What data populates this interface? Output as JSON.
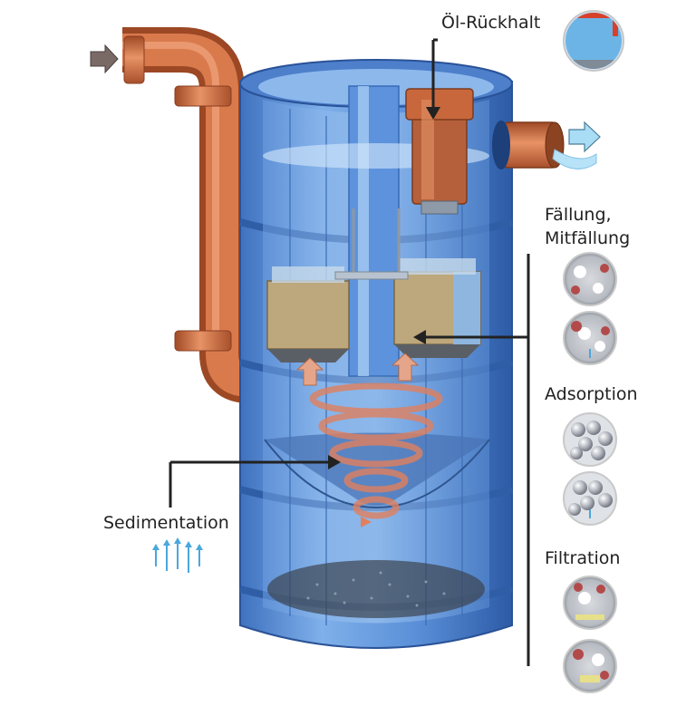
{
  "labels": {
    "oel_rueckhalt": "Öl-Rückhalt",
    "faellung": "Fällung,",
    "mitfaellung": "Mitfällung",
    "adsorption": "Adsorption",
    "filtration": "Filtration",
    "sedimentation": "Sedimentation"
  },
  "colors": {
    "tank_blue": "#5b8fd6",
    "tank_dark": "#2f5fa8",
    "pipe_copper": "#c8673c",
    "filter_tan": "#b9a27a",
    "arrow_inflow": "#7a6a66",
    "arrow_outflow": "#a9dcf5",
    "swirl": "#e08a6a"
  },
  "icons": [
    "inflow-arrow-icon",
    "outflow-arrow-icon",
    "oil-retention-icon",
    "sediment-arrows-icon",
    "precipitation-particle-icon",
    "adsorption-particle-icon",
    "filtration-particle-icon"
  ]
}
